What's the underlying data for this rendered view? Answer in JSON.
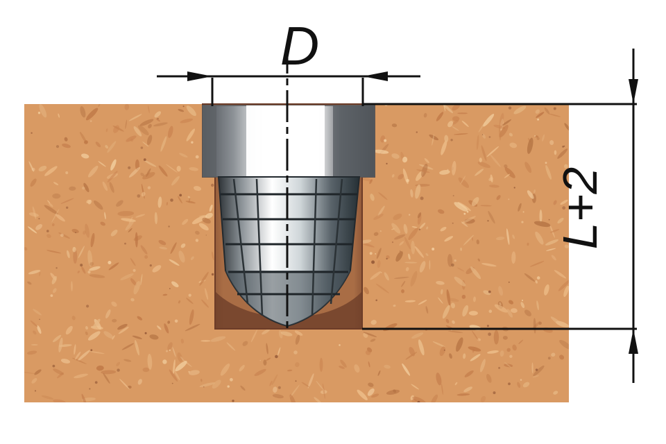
{
  "diagram": {
    "dimensions": {
      "diameter_label": "D",
      "depth_label": "L+2"
    },
    "colors": {
      "board": "#d99a63",
      "board_light": "#e7b884",
      "board_dark": "#b47243",
      "hole_shadow": "#5a2e1d",
      "insert_metal": "#d8dde0",
      "insert_dark": "#4a4f55",
      "dimension_line": "#111111"
    },
    "icons": {
      "board": "chipboard-panel",
      "insert": "threaded-insert"
    }
  }
}
